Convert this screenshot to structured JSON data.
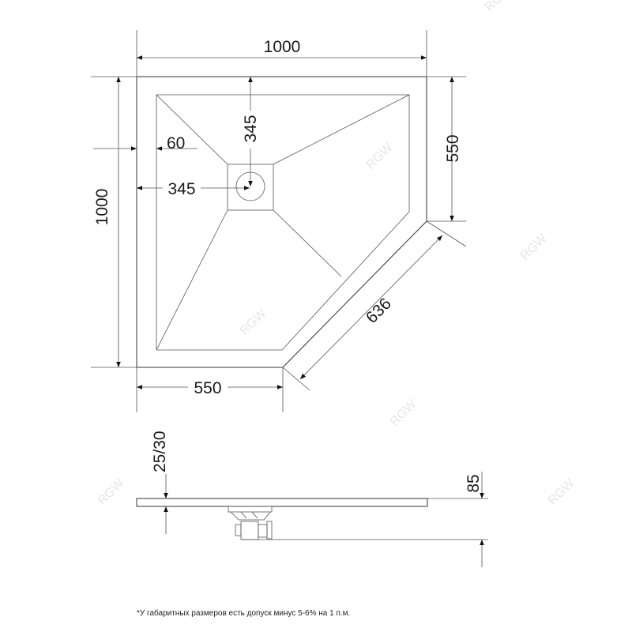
{
  "watermark": "RGW",
  "top_view": {
    "dimensions": {
      "width_top": "1000",
      "height_left": "1000",
      "right_side": "550",
      "bottom_side": "550",
      "diagonal": "636",
      "rim": "60",
      "drain_from_left": "345",
      "drain_from_top": "345"
    }
  },
  "side_view": {
    "dimensions": {
      "thickness": "25/30",
      "total_height": "85"
    }
  },
  "footnote": "*У габаритных размеров есть допуск минус  5-6% на 1 п.м."
}
